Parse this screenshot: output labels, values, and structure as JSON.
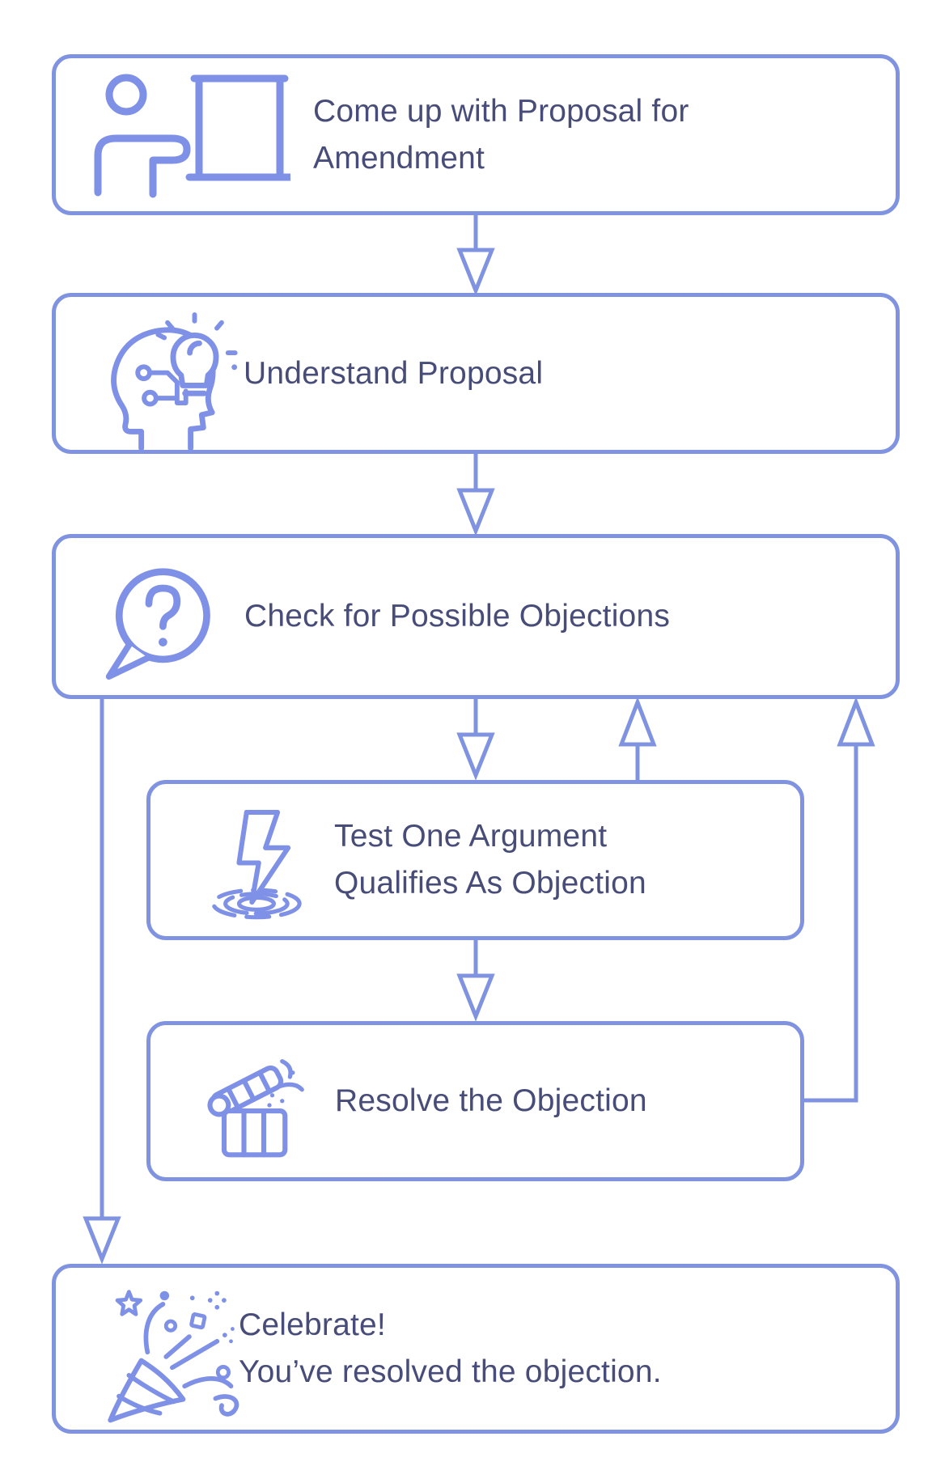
{
  "colors": {
    "accent": "#8093E0",
    "icon": "#7E91E7",
    "text": "#474D78",
    "background": "#FFFFFF"
  },
  "flowchart": {
    "steps": [
      {
        "id": "propose",
        "icon": "presenter-icon",
        "lines": [
          "Come up with Proposal for",
          "Amendment"
        ]
      },
      {
        "id": "understand",
        "icon": "brain-idea-icon",
        "lines": [
          "Understand Proposal"
        ]
      },
      {
        "id": "check",
        "icon": "question-bubble-icon",
        "lines": [
          "Check for Possible Objections"
        ]
      },
      {
        "id": "test",
        "icon": "lightning-impact-icon",
        "lines": [
          "Test One Argument",
          "Qualifies As Objection"
        ]
      },
      {
        "id": "resolve",
        "icon": "gift-icon",
        "lines": [
          "Resolve the Objection"
        ]
      },
      {
        "id": "celebrate",
        "icon": "party-popper-icon",
        "lines": [
          "Celebrate!",
          "You’ve resolved the objection."
        ]
      }
    ],
    "connections": [
      {
        "from": "propose",
        "to": "understand",
        "style": "down-arrow"
      },
      {
        "from": "understand",
        "to": "check",
        "style": "down-arrow"
      },
      {
        "from": "check",
        "to": "test",
        "style": "down-arrow"
      },
      {
        "from": "test",
        "to": "check",
        "style": "up-arrow"
      },
      {
        "from": "test",
        "to": "resolve",
        "style": "down-arrow"
      },
      {
        "from": "resolve",
        "to": "check",
        "style": "right-loop-up-arrow"
      },
      {
        "from": "check",
        "to": "celebrate",
        "style": "left-bypass-down-arrow"
      }
    ]
  }
}
